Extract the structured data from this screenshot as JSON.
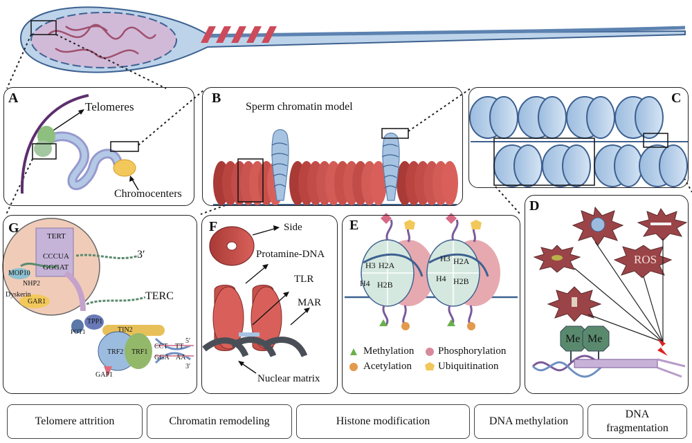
{
  "panels": {
    "a": {
      "letter": "A",
      "telomeres": "Telomeres",
      "chromocenters": "Chromocenters"
    },
    "b": {
      "letter": "B",
      "title": "Sperm chromatin model"
    },
    "c": {
      "letter": "C"
    },
    "d": {
      "letter": "D",
      "ros": "ROS",
      "me1": "Me",
      "me2": "Me"
    },
    "e": {
      "letter": "E",
      "h3": "H3",
      "h2a": "H2A",
      "h4": "H4",
      "h2b": "H2B",
      "legend": {
        "methylation": "Methylation",
        "phosphorylation": "Phosphorylation",
        "acetylation": "Acetylation",
        "ubiquitination": "Ubiquitination"
      }
    },
    "f": {
      "letter": "F",
      "side": "Side",
      "protamine": "Protamine-DNA",
      "tlr": "TLR",
      "mar": "MAR",
      "matrix": "Nuclear matrix"
    },
    "g": {
      "letter": "G",
      "tert": "TERT",
      "cccua": "CCCUA",
      "gggat": "GGGAT",
      "three_prime": "3′",
      "mop10": "MOP10",
      "nhp2": "NHP2",
      "dyskerin": "Dyskerin",
      "gar1": "GAR1",
      "terc": "TERC",
      "tpp1": "TPP1",
      "pot1": "POT1",
      "tin2": "TIN2",
      "trf2": "TRF2",
      "trf1": "TRF1",
      "gap1": "GAP1",
      "cct": "CCT",
      "gga": "GGA",
      "tt": "TT",
      "aa": "AA",
      "five": "5′",
      "three": "3′"
    }
  },
  "captions": [
    "Telomere attrition",
    "Chromatin remodeling",
    "Histone modification",
    "DNA methylation",
    "DNA fragmentation"
  ],
  "colors": {
    "blue_light": "#bcd3ea",
    "blue_dark": "#3d6190",
    "red": "#c8504a",
    "green": "#8dbf7e",
    "pink": "#d98a9a",
    "yellow": "#f2c85b",
    "purple": "#7a5a9a"
  }
}
